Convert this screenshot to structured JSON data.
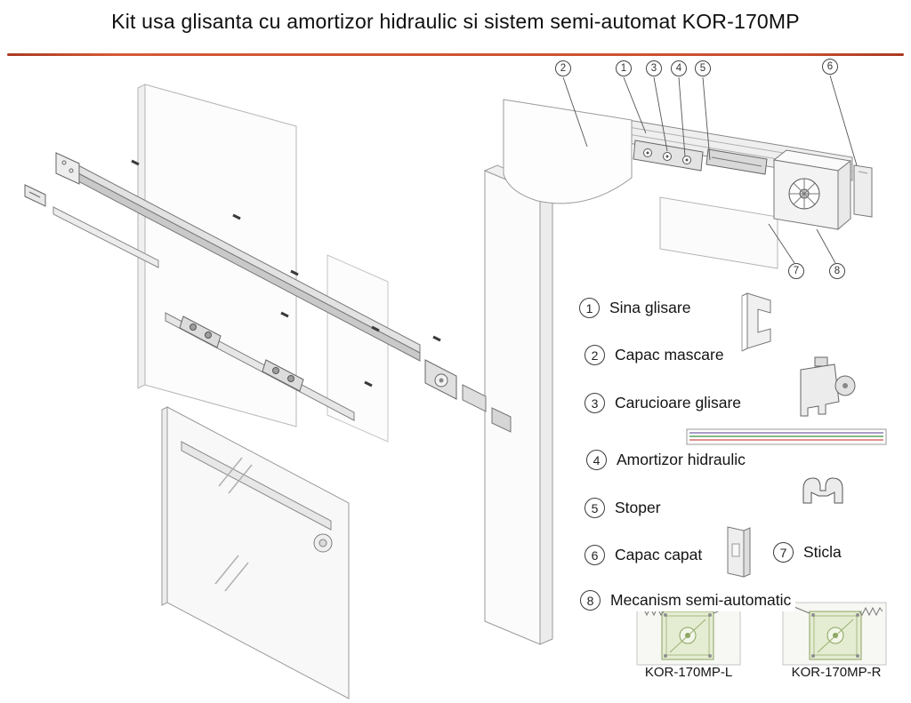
{
  "title": "Kit usa glisanta cu amortizor hidraulic si sistem semi-automat KOR-170MP",
  "colors": {
    "divider": "#c94f30",
    "line_art": "#8a8a8a",
    "mechanism_green": "#8aa35f"
  },
  "detail_callouts": {
    "top": [
      "2",
      "1",
      "3",
      "4",
      "5",
      "6"
    ],
    "bottom": [
      "7",
      "8"
    ]
  },
  "legend": {
    "items": [
      {
        "num": "1",
        "label": "Sina glisare",
        "icon": "rail-profile-icon"
      },
      {
        "num": "2",
        "label": "Capac mascare"
      },
      {
        "num": "3",
        "label": "Carucioare glisare",
        "icon": "carriage-icon"
      },
      {
        "num": "4",
        "label": "Amortizor hidraulic",
        "icon": "damper-bar-icon"
      },
      {
        "num": "5",
        "label": "Stoper",
        "icon": "stoper-icon"
      },
      {
        "num": "6",
        "label": "Capac capat",
        "icon": "end-cap-icon"
      },
      {
        "num": "7",
        "label": "Sticla"
      },
      {
        "num": "8",
        "label": "Mecanism semi-automatic",
        "icon": "mechanism-photos"
      }
    ]
  },
  "products": [
    {
      "label": "KOR-170MP-L"
    },
    {
      "label": "KOR-170MP-R"
    }
  ]
}
